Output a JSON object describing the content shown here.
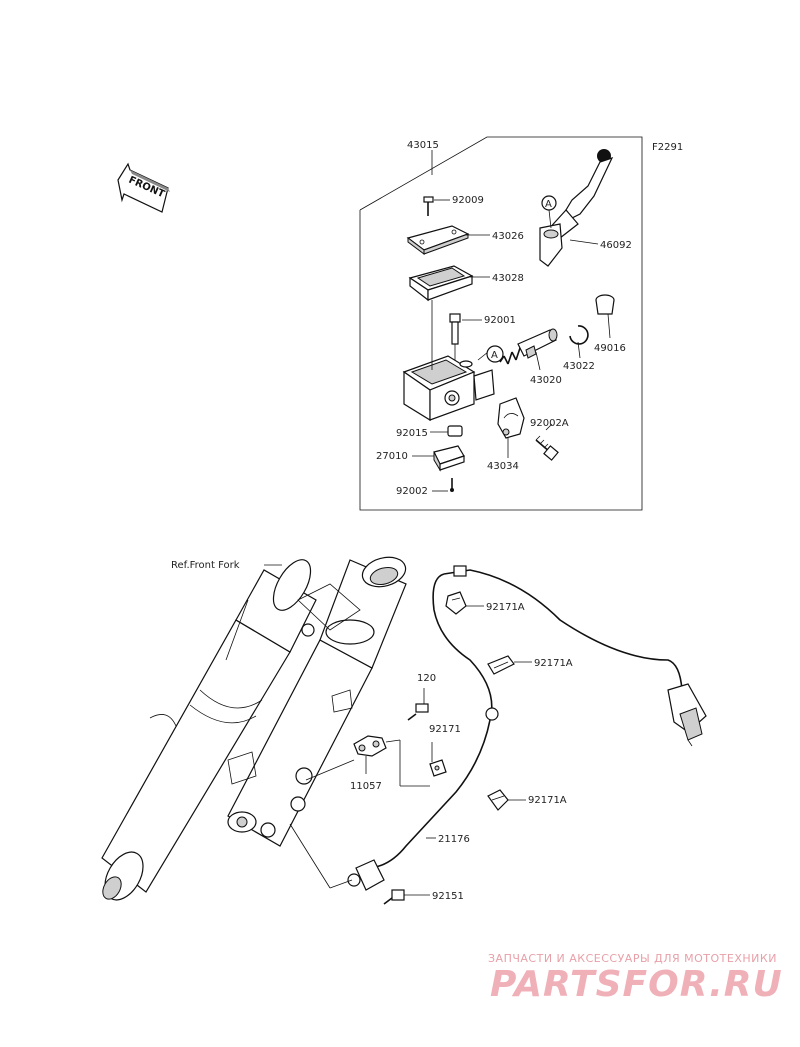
{
  "figure_code": "F2291",
  "front_arrow_label": "FRONT",
  "ref_label": "Ref.Front Fork",
  "callout_letter": "A",
  "parts": {
    "p43015": "43015",
    "p92009": "92009",
    "p43026": "43026",
    "p43028": "43028",
    "p46092": "46092",
    "p92001": "92001",
    "p49016": "49016",
    "p43022": "43022",
    "p43020": "43020",
    "p92002A": "92002A",
    "p92015": "92015",
    "p27010": "27010",
    "p43034": "43034",
    "p92002": "92002",
    "p92171A_1": "92171A",
    "p92171A_2": "92171A",
    "p92171A_3": "92171A",
    "p120": "120",
    "p92171": "92171",
    "p11057": "11057",
    "p21176": "21176",
    "p92151": "92151"
  },
  "watermark": {
    "top_text": "ЗАПЧАСТИ И АКСЕССУАРЫ ДЛЯ МОТОТЕХНИКИ",
    "logo_text": "PARTSFOR.RU"
  }
}
